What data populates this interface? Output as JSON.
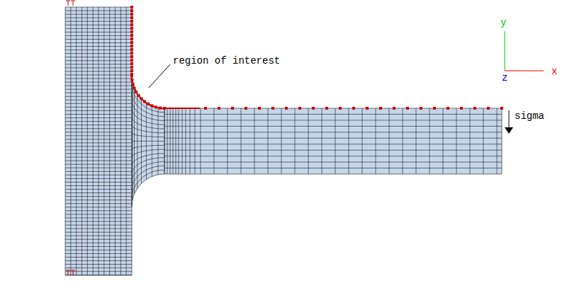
{
  "diagram": {
    "labels": [
      "region of interest",
      "sigma",
      "y",
      "z",
      "x"
    ]
  }
}
